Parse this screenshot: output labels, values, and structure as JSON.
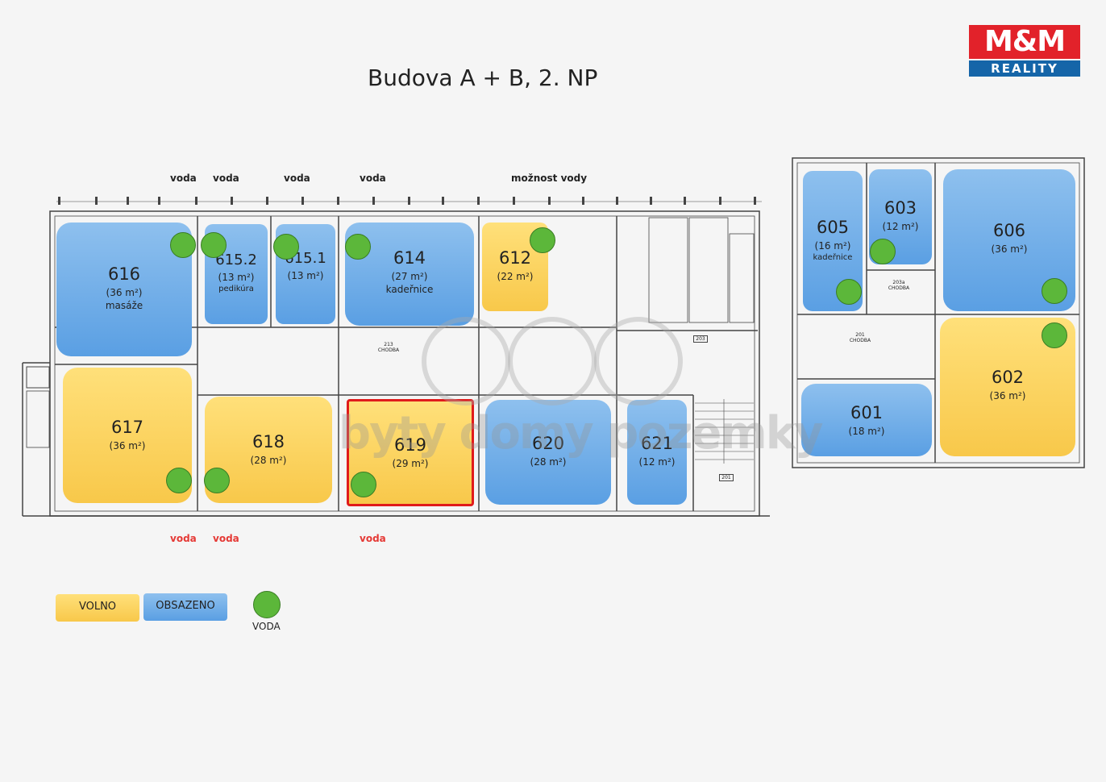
{
  "title": "Budova A + B, 2. NP",
  "logo": {
    "top": "M&M",
    "bottom": "REALITY"
  },
  "water_top_labels": [
    "voda",
    "voda",
    "voda",
    "voda",
    "možnost vody"
  ],
  "water_bottom_labels": [
    "voda",
    "voda",
    "voda"
  ],
  "rooms": [
    {
      "id": "616",
      "area": "(36 m²)",
      "use": "masáže",
      "status": "OBSAZENO"
    },
    {
      "id": "615.2",
      "area": "(13 m²)",
      "use": "pedikúra",
      "status": "OBSAZENO"
    },
    {
      "id": "615.1",
      "area": "(13 m²)",
      "use": "",
      "status": "OBSAZENO"
    },
    {
      "id": "614",
      "area": "(27 m²)",
      "use": "kadeřnice",
      "status": "OBSAZENO"
    },
    {
      "id": "612",
      "area": "(22 m²)",
      "use": "",
      "status": "VOLNO"
    },
    {
      "id": "617",
      "area": "(36 m²)",
      "use": "",
      "status": "VOLNO"
    },
    {
      "id": "618",
      "area": "(28 m²)",
      "use": "",
      "status": "VOLNO"
    },
    {
      "id": "619",
      "area": "(29 m²)",
      "use": "",
      "status": "VOLNO",
      "selected": true
    },
    {
      "id": "620",
      "area": "(28 m²)",
      "use": "",
      "status": "OBSAZENO"
    },
    {
      "id": "621",
      "area": "(12 m²)",
      "use": "",
      "status": "OBSAZENO"
    },
    {
      "id": "605",
      "area": "(16 m²)",
      "use": "kadeřnice",
      "status": "OBSAZENO"
    },
    {
      "id": "603",
      "area": "(12 m²)",
      "use": "",
      "status": "OBSAZENO"
    },
    {
      "id": "606",
      "area": "(36 m²)",
      "use": "",
      "status": "OBSAZENO"
    },
    {
      "id": "601",
      "area": "(18 m²)",
      "use": "",
      "status": "OBSAZENO"
    },
    {
      "id": "602",
      "area": "(36 m²)",
      "use": "",
      "status": "VOLNO"
    }
  ],
  "corridor_labels": {
    "a": "213 CHODBA",
    "b": "201 CHODBA",
    "c": "203a CHODBA",
    "d": "203",
    "e": "201"
  },
  "legend": {
    "free": "VOLNO",
    "occupied": "OBSAZENO",
    "water": "VODA"
  },
  "watermark": "byty domy pozemky",
  "colors": {
    "free": "#f8c84a",
    "occupied": "#5a9fe3",
    "water": "#5cb73a",
    "selected": "#e01b1b",
    "water_text_bottom": "#e53935"
  }
}
